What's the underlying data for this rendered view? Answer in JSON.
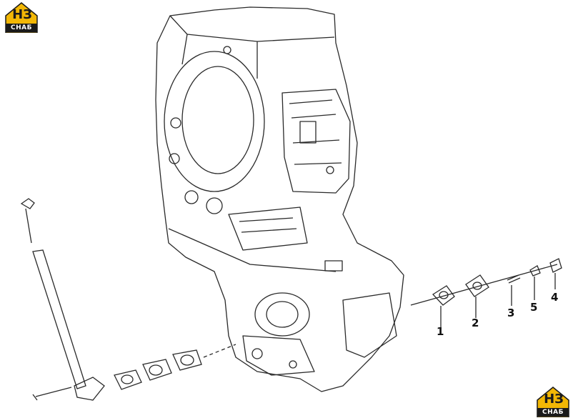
{
  "logo": {
    "mark": "НЗ",
    "brand": "СНАБ",
    "accent_color": "#f2b705"
  },
  "callouts": [
    "1",
    "2",
    "3",
    "5",
    "4"
  ],
  "colors": {
    "line": "#2a2a2a",
    "background": "#ffffff"
  }
}
